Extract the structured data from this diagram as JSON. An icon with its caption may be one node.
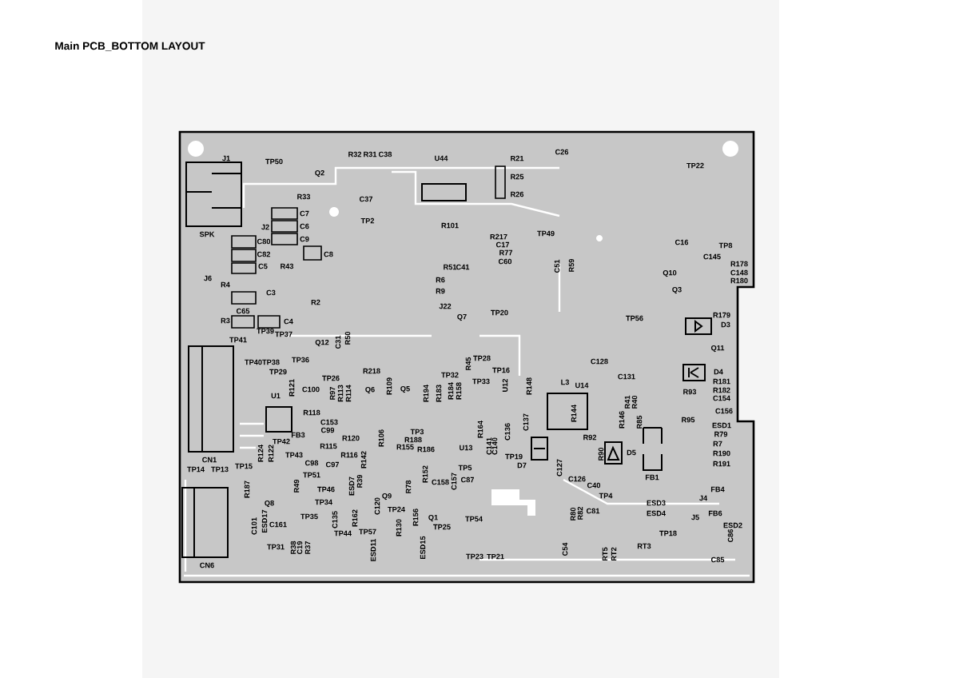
{
  "diagram": {
    "title": "Main PCB_BOTTOM LAYOUT",
    "labels": [
      "J1",
      "TP50",
      "R32",
      "R31",
      "C38",
      "U44",
      "R21",
      "C26",
      "TP22",
      "Q2",
      "R25",
      "R26",
      "R33",
      "C37",
      "C7",
      "TP2",
      "J2",
      "C6",
      "R101",
      "SPK",
      "TP49",
      "R217",
      "C9",
      "C80",
      "C16",
      "C17",
      "TP8",
      "C82",
      "C8",
      "R77",
      "C145",
      "C60",
      "C5",
      "R43",
      "R51",
      "C41",
      "C51",
      "R59",
      "R178",
      "C148",
      "Q10",
      "J6",
      "R6",
      "R180",
      "R4",
      "Q3",
      "R9",
      "C3",
      "R2",
      "J22",
      "C65",
      "TP20",
      "Q7",
      "R179",
      "TP56",
      "R3",
      "C4",
      "D3",
      "TP39",
      "TP37",
      "TP41",
      "Q12",
      "C31",
      "R50",
      "Q11",
      "TP28",
      "TP36",
      "TP40",
      "TP38",
      "C128",
      "R45",
      "TP16",
      "R218",
      "TP29",
      "D4",
      "TP32",
      "C131",
      "TP26",
      "TP33",
      "R181",
      "L3",
      "U14",
      "U12",
      "R109",
      "R148",
      "R121",
      "C100",
      "Q6",
      "Q5",
      "R182",
      "R184",
      "R158",
      "R93",
      "R97",
      "R113",
      "R114",
      "R194",
      "R183",
      "U1",
      "C154",
      "R41",
      "R40",
      "C156",
      "R118",
      "R144",
      "R85",
      "R146",
      "R95",
      "C153",
      "C137",
      "ESD1",
      "R164",
      "C99",
      "TP3",
      "C136",
      "FB3",
      "R79",
      "R92",
      "R120",
      "R106",
      "R188",
      "TP42",
      "R7",
      "R115",
      "C141",
      "C140",
      "R155",
      "U13",
      "R186",
      "D5",
      "R124",
      "R122",
      "R190",
      "R90",
      "TP43",
      "R116",
      "TP19",
      "R142",
      "C98",
      "CN1",
      "C97",
      "D7",
      "R191",
      "TP15",
      "TP5",
      "C127",
      "TP14",
      "TP13",
      "R152",
      "TP51",
      "FB1",
      "C126",
      "C87",
      "R39",
      "C157",
      "C158",
      "C40",
      "ESD7",
      "R49",
      "R78",
      "R187",
      "TP46",
      "FB4",
      "TP4",
      "Q9",
      "J4",
      "TP34",
      "ESD3",
      "Q8",
      "C120",
      "TP24",
      "C81",
      "ESD4",
      "R82",
      "R80",
      "FB6",
      "TP35",
      "R156",
      "J5",
      "Q1",
      "R162",
      "TP54",
      "C135",
      "ESD17",
      "C161",
      "ESD2",
      "C101",
      "TP25",
      "R130",
      "TP57",
      "TP44",
      "TP18",
      "C86",
      "RT3",
      "TP31",
      "R38",
      "C19",
      "R37",
      "ESD15",
      "C54",
      "ESD11",
      "RT5",
      "RT2",
      "TP23",
      "TP21",
      "C85",
      "CN6"
    ]
  }
}
